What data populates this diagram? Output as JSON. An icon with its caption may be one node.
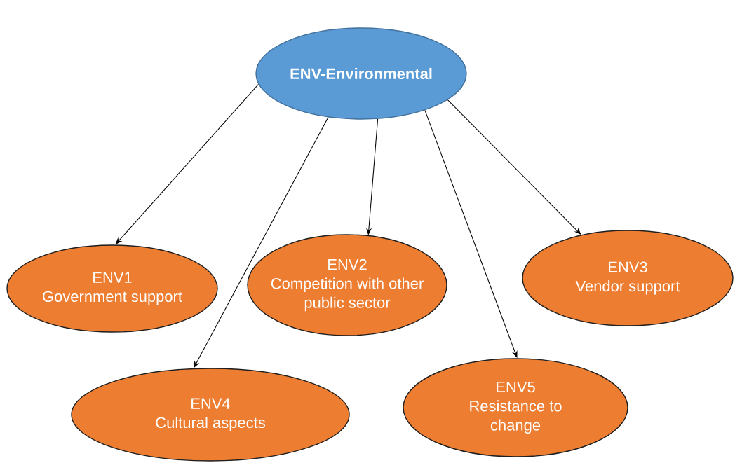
{
  "diagram": {
    "nodes": [
      {
        "text": [
          "ENV-Environmental"
        ]
      },
      {
        "text": [
          "ENV1",
          "Government support"
        ]
      },
      {
        "text": [
          "ENV2",
          "Competition with other public sector"
        ]
      },
      {
        "text": [
          "ENV3",
          "Vendor support"
        ]
      },
      {
        "text": [
          "ENV4",
          "Cultural aspects"
        ]
      },
      {
        "text": [
          "ENV5",
          "Resistance to change"
        ]
      }
    ],
    "edges": [
      {
        "from": 0,
        "to": 1,
        "arrow": "to"
      },
      {
        "from": 0,
        "to": 4,
        "arrow": "to"
      },
      {
        "from": 0,
        "to": 2,
        "arrow": "to"
      },
      {
        "from": 0,
        "to": 5,
        "arrow": "to"
      },
      {
        "from": 0,
        "to": 3,
        "arrow": "to"
      }
    ]
  }
}
